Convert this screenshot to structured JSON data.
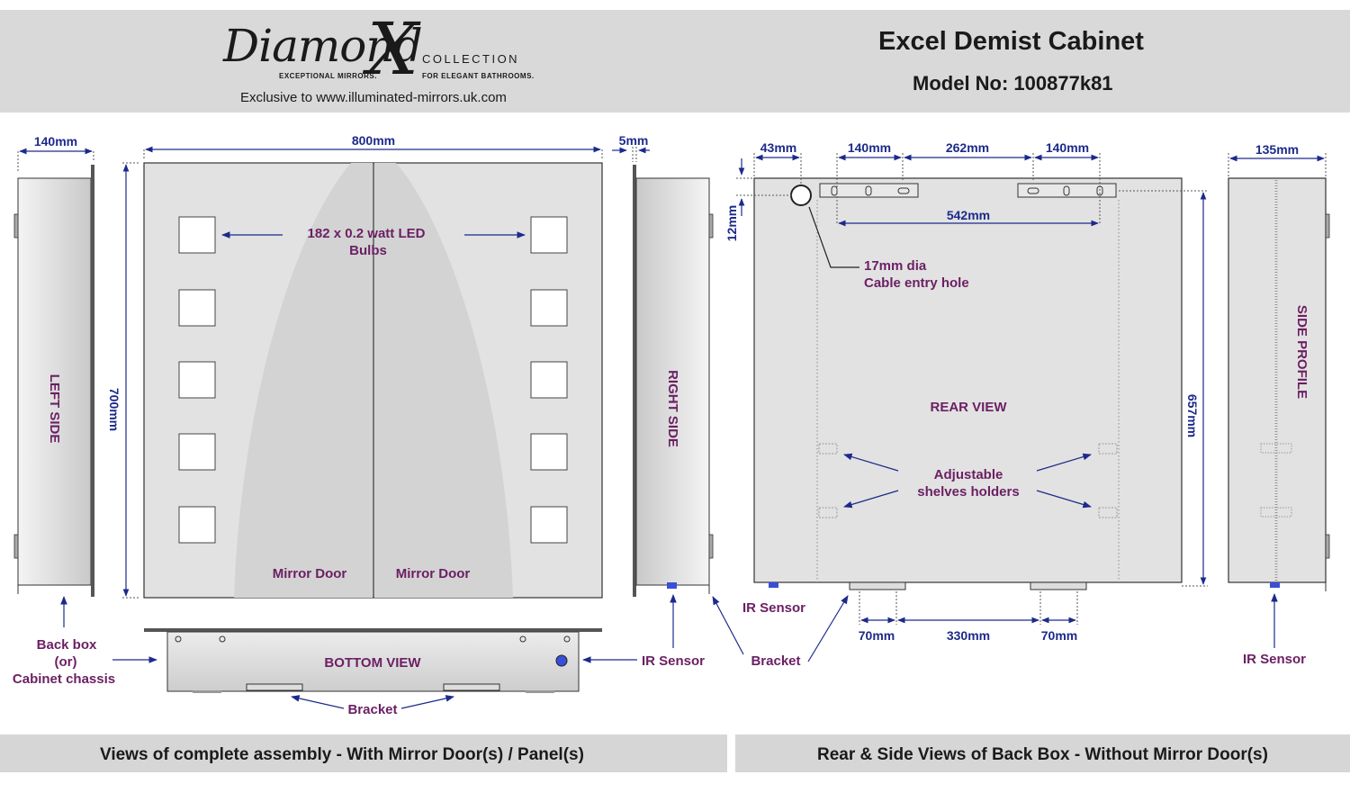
{
  "header": {
    "logo_name": "Diamond",
    "logo_x": "X",
    "logo_collection": "COLLECTION",
    "logo_tagline_left": "EXCEPTIONAL MIRRORS.",
    "logo_tagline_right": "FOR ELEGANT BATHROOMS.",
    "exclusive": "Exclusive to www.illuminated-mirrors.uk.com",
    "title": "Excel Demist Cabinet",
    "model": "Model No: 100877k81"
  },
  "front_assembly": {
    "dims": {
      "left_depth": "140mm",
      "width": "800mm",
      "door_thickness": "5mm",
      "height": "700mm"
    },
    "labels": {
      "led": [
        "182 x 0.2 watt LED",
        "Bulbs"
      ],
      "left_side": "LEFT SIDE",
      "right_side": "RIGHT SIDE",
      "mirror_door_left": "Mirror Door",
      "mirror_door_right": "Mirror Door",
      "bottom_view": "BOTTOM VIEW",
      "back_box": [
        "Back box",
        "(or)",
        "Cabinet chassis"
      ],
      "ir_sensor": "IR Sensor",
      "bracket_bottom": "Bracket",
      "bracket_right": "Bracket"
    }
  },
  "rear_view": {
    "dims": {
      "hole_offset": "43mm",
      "hole_top": "12mm",
      "bracket_width_left": "140mm",
      "bracket_gap": "262mm",
      "bracket_width_right": "140mm",
      "bracket_span": "542mm",
      "height": "657mm",
      "bottom_left": "70mm",
      "bottom_mid": "330mm",
      "bottom_right": "70mm",
      "side_depth": "135mm"
    },
    "labels": {
      "cable_hole": [
        "17mm dia",
        "Cable entry hole"
      ],
      "rear_view": "REAR VIEW",
      "shelves": [
        "Adjustable",
        "shelves holders"
      ],
      "ir_sensor_rear": "IR Sensor",
      "ir_sensor_side": "IR Sensor",
      "side_profile": "SIDE PROFILE"
    }
  },
  "footer": {
    "left": "Views of  complete assembly - With Mirror Door(s) / Panel(s)",
    "right": "Rear & Side Views of Back Box - Without Mirror Door(s)"
  },
  "colors": {
    "dimension": "#1c2a8a",
    "label": "#6b1f63",
    "panel": "#e2e2e2",
    "header": "#d9d9d9",
    "sensor": "#3a4fd6"
  }
}
